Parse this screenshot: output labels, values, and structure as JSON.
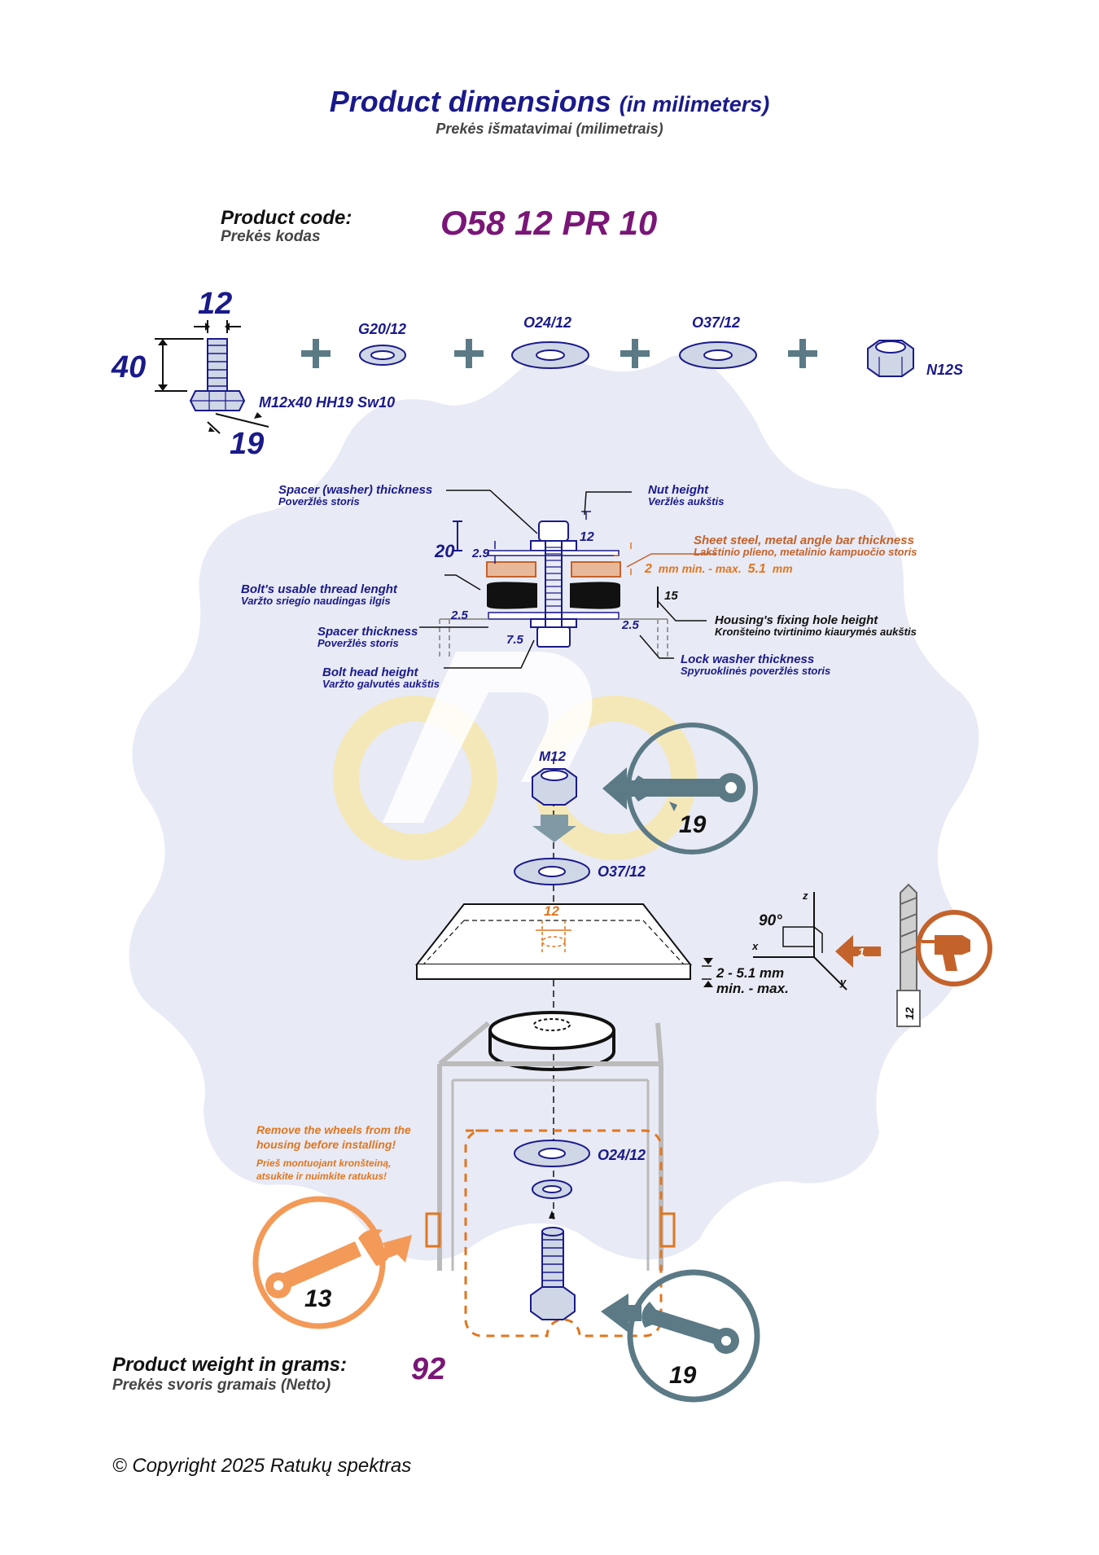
{
  "header": {
    "title": "Product dimensions",
    "title_unit": "(in milimeters)",
    "subtitle_lt": "Prekės išmatavimai (milimetrais)"
  },
  "product": {
    "code_label": "Product code:",
    "code_label_lt": "Prekės kodas",
    "code": "O58 12 PR 10",
    "weight_label": "Product weight in grams:",
    "weight_label_lt": "Prekės svoris gramais (Netto)",
    "weight": "92"
  },
  "parts": {
    "bolt": {
      "width": "12",
      "length": "40",
      "head": "19",
      "label": "M12x40 HH19 Sw10"
    },
    "lock_washer": "G20/12",
    "washer_small": "O24/12",
    "washer_large": "O37/12",
    "nut": "N12S"
  },
  "cross_section": {
    "spacer_washer": {
      "label": "Spacer (washer) thickness",
      "label_lt": "Poveržlės storis"
    },
    "nut_height": {
      "label": "Nut height",
      "label_lt": "Veržlės aukštis",
      "value": "12"
    },
    "sheet_steel": {
      "label": "Sheet steel, metal angle bar thickness",
      "label_lt": "Lakštinio plieno, metalinio kampuočio storis",
      "min_prefix": "2",
      "min_text": "mm min. - max.",
      "max_value": "5.1",
      "max_unit": "mm"
    },
    "thread": {
      "label": "Bolt's usable thread lenght",
      "label_lt": "Varžto sriegio naudingas ilgis",
      "value": "20"
    },
    "housing_hole": {
      "label": "Housing's fixing hole height",
      "label_lt": "Kronšteino tvirtinimo kiaurymės aukštis",
      "value": "15"
    },
    "spacer": {
      "label": "Spacer thickness",
      "label_lt": "Poveržlės storis"
    },
    "lock_washer_thk": {
      "label": "Lock washer thickness",
      "label_lt": "Spyruoklinės poveržlės storis"
    },
    "bolt_head": {
      "label": "Bolt head height",
      "label_lt": "Varžto galvutės aukštis"
    },
    "dim_29": "2.9",
    "dim_25_left": "2.5",
    "dim_25_right": "2.5",
    "dim_75": "7.5"
  },
  "assembly": {
    "nut_label": "M12",
    "washer_top": "O37/12",
    "hole": "12",
    "plate_thickness": "2 - 5.1 mm",
    "plate_range": "min. - max.",
    "angle": "90°",
    "axis_x": "x",
    "axis_y": "y",
    "axis_z": "z",
    "drill_step": "1",
    "drill_size": "12",
    "wrench_top": "19",
    "wrench_left": "13",
    "wrench_bottom": "19",
    "washer_bottom": "O24/12",
    "warning": "Remove the wheels from the housing before installing!",
    "warning_lt": "Prieš montuojant kronšteiną, atsukite ir nuimkite ratukus!"
  },
  "footer": {
    "copyright": "© Copyright 2025 Ratukų spektras"
  },
  "colors": {
    "navy": "#1a1a8c",
    "purple": "#7a1677",
    "orange": "#e0761f",
    "slate": "#5b7a86",
    "watermark": "#e8eaf5"
  }
}
